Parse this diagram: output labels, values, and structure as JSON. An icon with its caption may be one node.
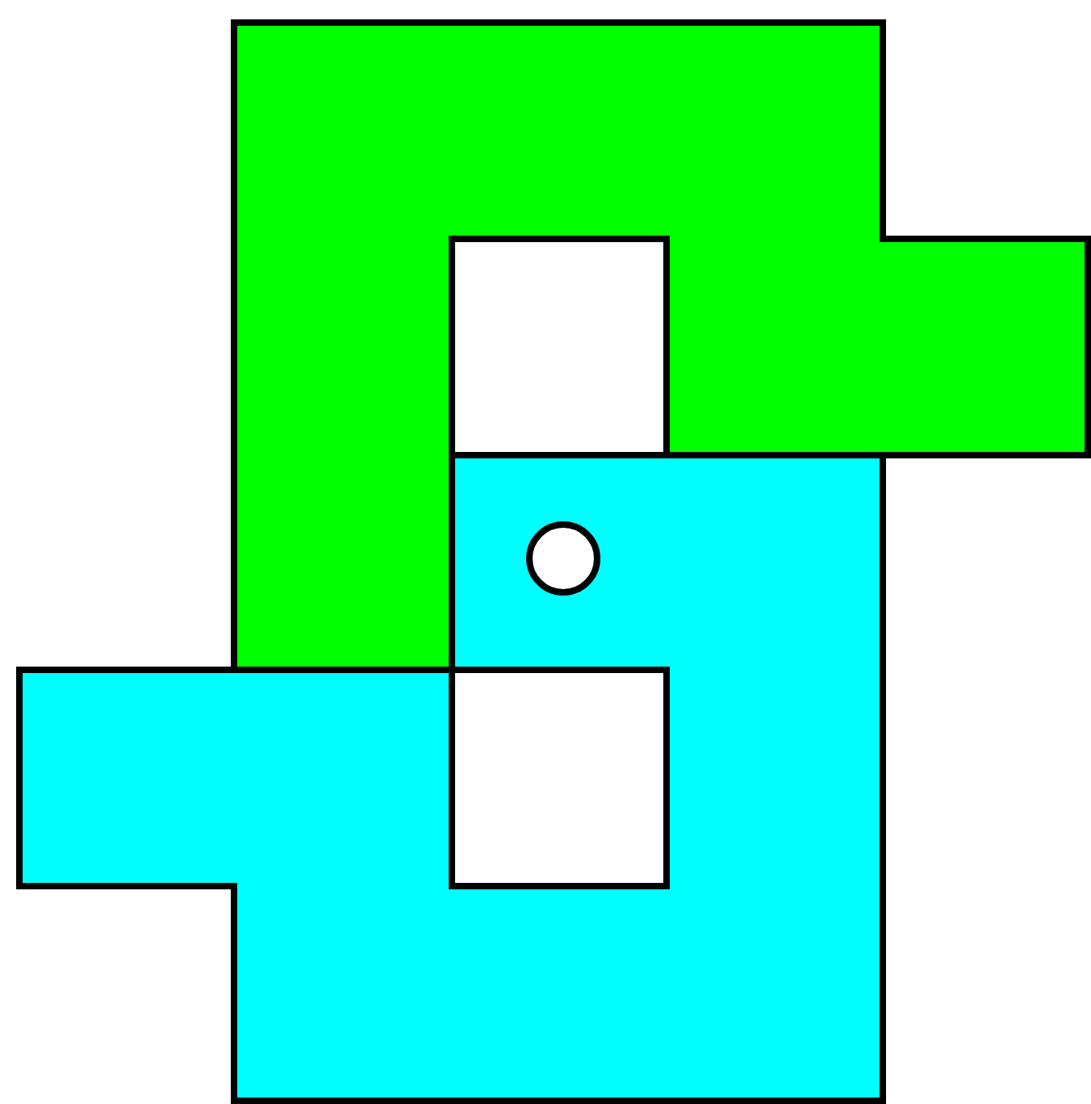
{
  "diagram": {
    "nodes": [
      {
        "text": [],
        "shape": "polygon"
      },
      {
        "text": [],
        "shape": "polygon"
      },
      {
        "text": [],
        "shape": "circle",
        "in": 1
      }
    ]
  }
}
